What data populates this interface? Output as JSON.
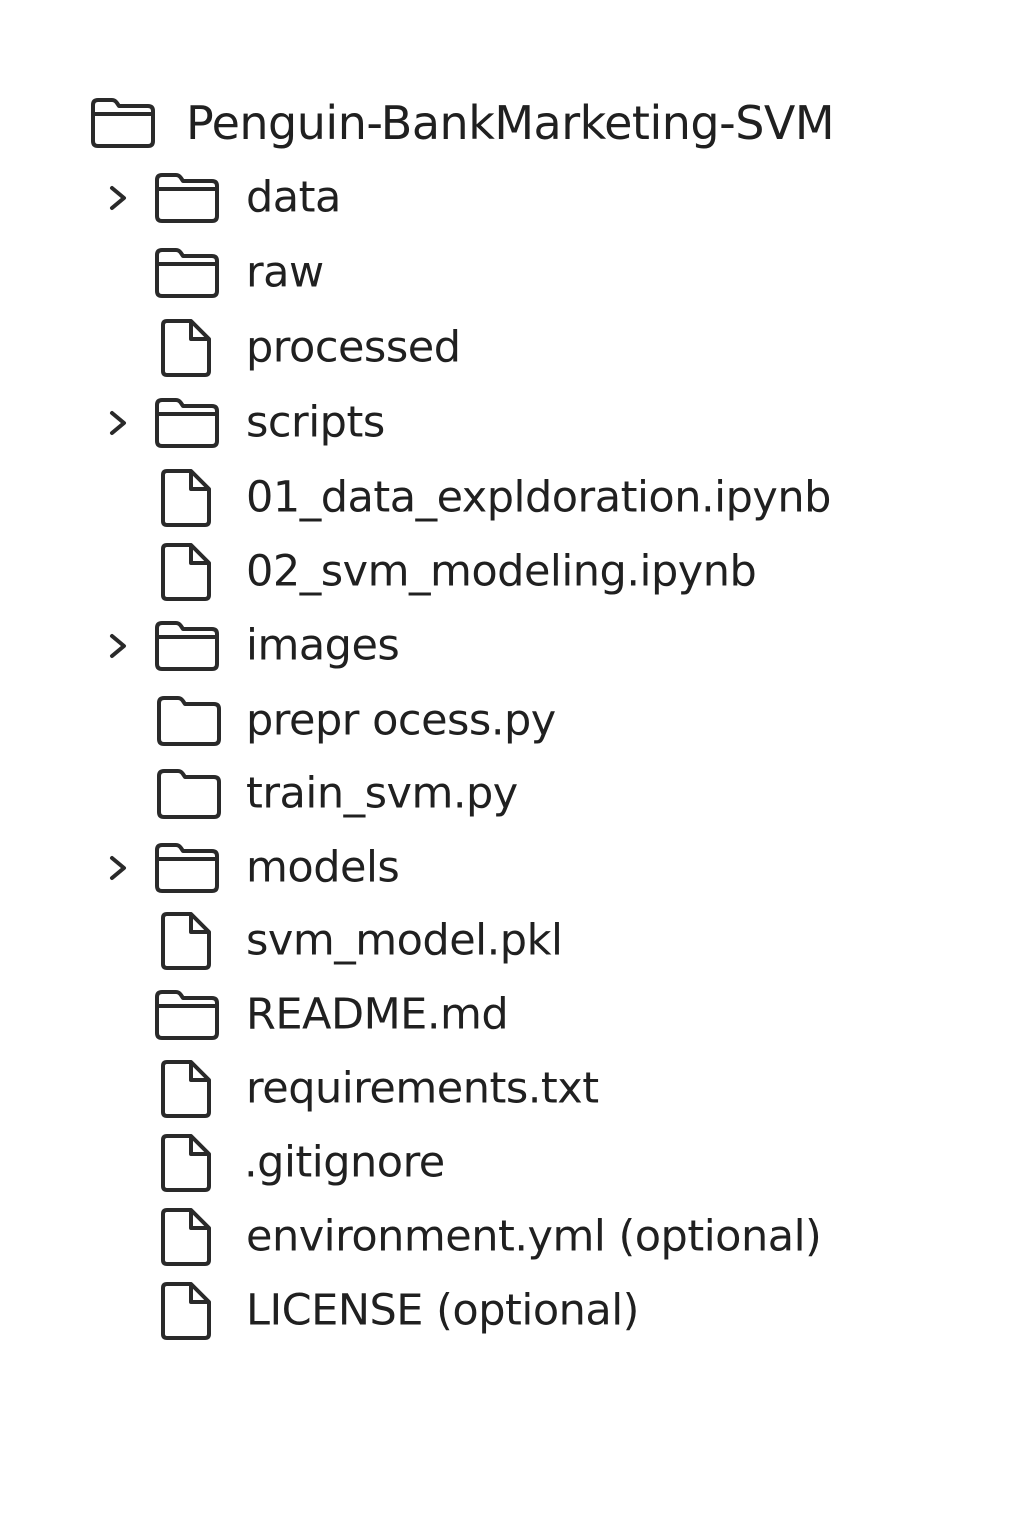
{
  "explorer": {
    "root": {
      "label": "Penguin-BankMarketing-SVM",
      "icon": "folder-icon"
    },
    "items": [
      {
        "label": "data",
        "icon": "folder-icon",
        "chevron": "chevron-right-icon"
      },
      {
        "label": "raw",
        "icon": "folder-icon"
      },
      {
        "label": "processed",
        "icon": "file-icon"
      },
      {
        "label": "scripts",
        "icon": "folder-icon",
        "chevron": "chevron-right-icon"
      },
      {
        "label": "01_data_expldoration.ipynb",
        "icon": "file-icon"
      },
      {
        "label": "02_svm_modeling.ipynb",
        "icon": "file-icon"
      },
      {
        "label": "images",
        "icon": "folder-icon",
        "chevron": "chevron-right-icon"
      },
      {
        "label": "prepr ocess.py",
        "icon": "folder-outline-icon"
      },
      {
        "label": "train_svm.py",
        "icon": "folder-outline-icon"
      },
      {
        "label": "models",
        "icon": "folder-icon",
        "chevron": "chevron-right-icon"
      },
      {
        "label": "svm_model.pkl",
        "icon": "file-icon"
      },
      {
        "label": "README.md",
        "icon": "folder-icon"
      },
      {
        "label": "requirements.txt",
        "icon": "file-icon"
      },
      {
        "label": ".gitignore",
        "icon": "file-icon"
      },
      {
        "label": "environment.yml (optional)",
        "icon": "file-icon"
      },
      {
        "label": "LICENSE (optional)",
        "icon": "file-icon"
      }
    ]
  },
  "colors": {
    "stroke": "#2a2a2a",
    "text": "#202020",
    "background": "#ffffff"
  }
}
